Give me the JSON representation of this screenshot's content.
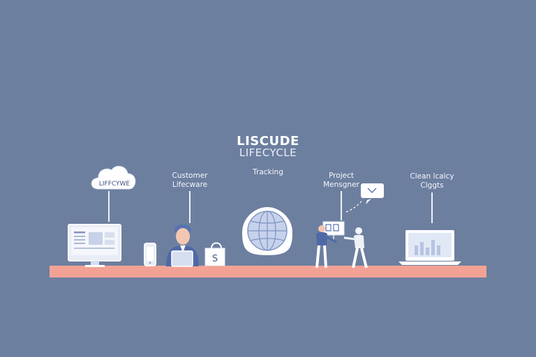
{
  "title": {
    "main": "LISCUDE",
    "sub": "LIFECYCLE"
  },
  "cloud": {
    "label": "LIFFCYWE"
  },
  "stages": [
    {
      "line1": "Customer",
      "line2": "Lifecware"
    },
    {
      "line1": "Tracking",
      "line2": ""
    },
    {
      "line1": "Project",
      "line2": "Mensgner"
    },
    {
      "line1": "Clean lcalcy",
      "line2": "Clggts"
    }
  ],
  "bag": {
    "label": "S"
  },
  "colors": {
    "background": "#6d7f9f",
    "shelf": "#f2a294",
    "device_fill": "#e8edf6",
    "accent": "#5872b0",
    "outline": "#ffffff"
  },
  "icons": [
    "cloud-icon",
    "monitor-icon",
    "smartphone-icon",
    "person-laptop-icon",
    "shopping-bag-icon",
    "globe-icon",
    "team-presentation-icon",
    "message-bubble-icon",
    "laptop-chart-icon"
  ]
}
